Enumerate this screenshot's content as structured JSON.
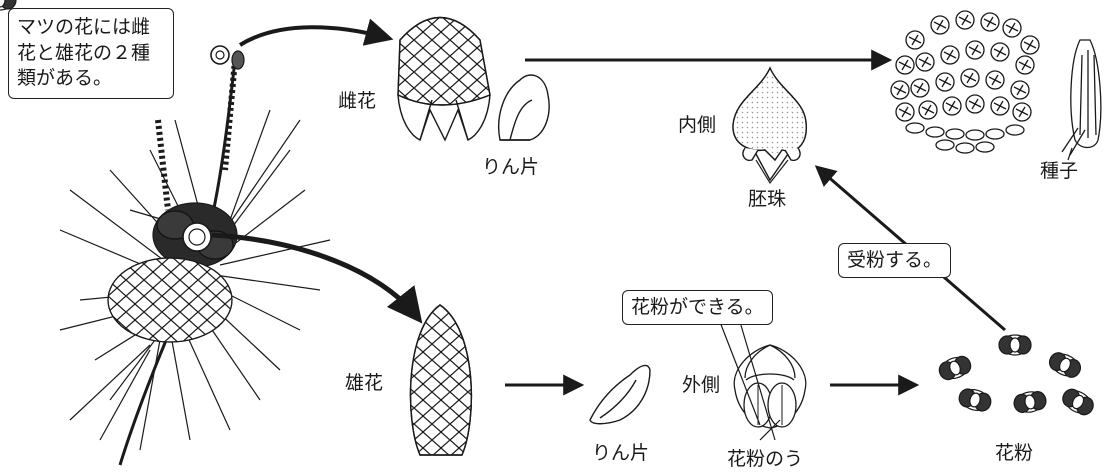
{
  "callouts": {
    "intro": "マツの花には雌花と雄花の２種類がある。",
    "pollination": "受粉する。",
    "pollen_made": "花粉ができる。"
  },
  "labels": {
    "female_flower": "雌花",
    "male_flower": "雄花",
    "scale_female": "りん片",
    "scale_male": "りん片",
    "inner_side": "内側",
    "outer_side": "外側",
    "ovule": "胚珠",
    "pollen_sac": "花粉のう",
    "pollen": "花粉",
    "seed": "種子"
  },
  "colors": {
    "ink": "#1a1a1a",
    "background": "#ffffff"
  }
}
